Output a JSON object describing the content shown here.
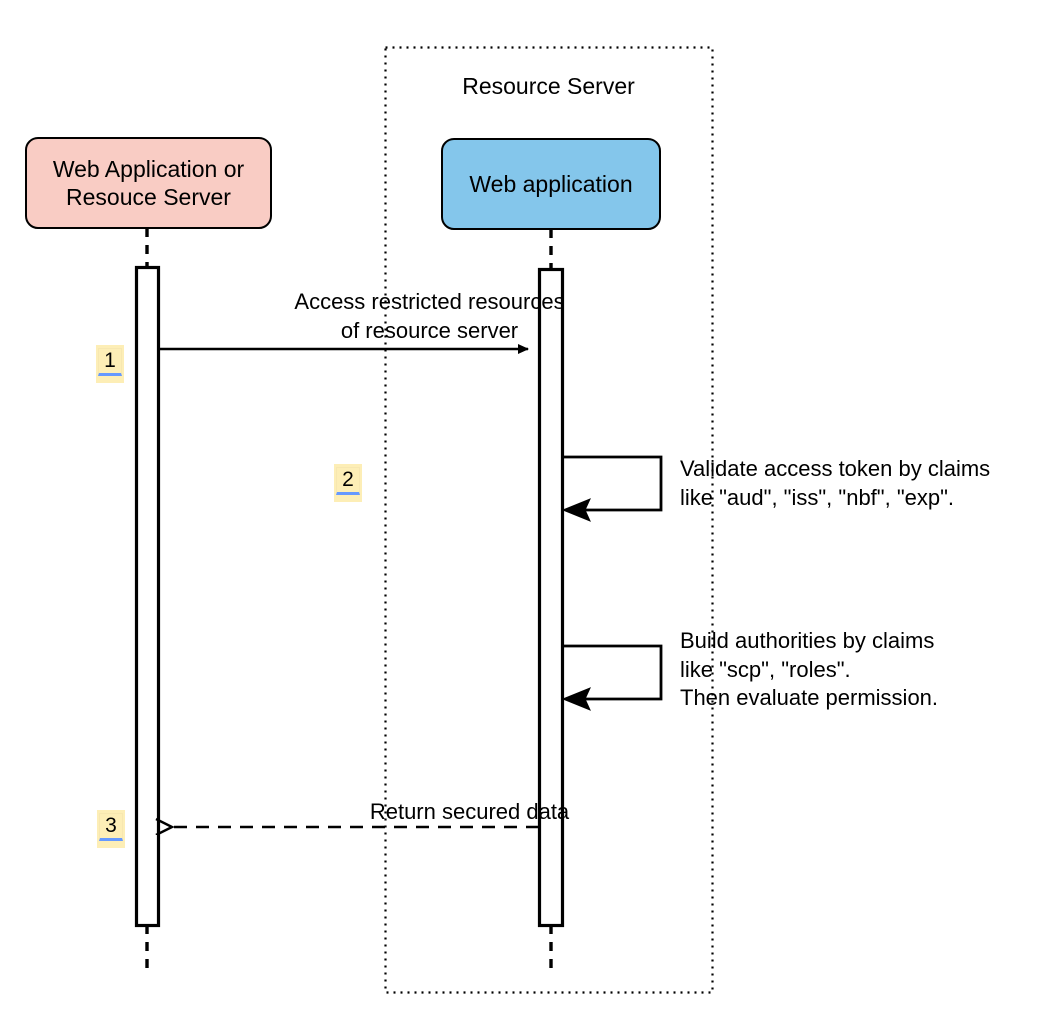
{
  "diagram": {
    "type": "uml-sequence-diagram",
    "title_frame": {
      "label": "Resource Server",
      "style": "dotted-boundary"
    },
    "colors": {
      "client_fill": "#f9ccc4",
      "server_fill": "#84c6eb",
      "stroke": "#000000",
      "badge_fill": "#fdeeb6",
      "badge_underline": "#6699ff",
      "background": "#ffffff"
    },
    "participants": [
      {
        "id": "client",
        "label": "Web Application or\nResouce Server",
        "fill": "#f9ccc4"
      },
      {
        "id": "resource-server-app",
        "label": "Web application",
        "fill": "#84c6eb"
      }
    ],
    "messages": [
      {
        "step": "1",
        "label": "Access restricted resources\nof resource server",
        "from": "client",
        "to": "resource-server-app",
        "kind": "call",
        "line": "solid"
      },
      {
        "step": "2",
        "label": "Validate access token by claims\nlike \"aud\", \"iss\", \"nbf\", \"exp\".",
        "from": "resource-server-app",
        "to": "resource-server-app",
        "kind": "self-call",
        "line": "solid"
      },
      {
        "step": "",
        "label": "Build authorities by claims\nlike \"scp\", \"roles\".\nThen evaluate permission.",
        "from": "resource-server-app",
        "to": "resource-server-app",
        "kind": "self-call",
        "line": "solid"
      },
      {
        "step": "3",
        "label": "Return secured data",
        "from": "resource-server-app",
        "to": "client",
        "kind": "return",
        "line": "dashed"
      }
    ]
  }
}
